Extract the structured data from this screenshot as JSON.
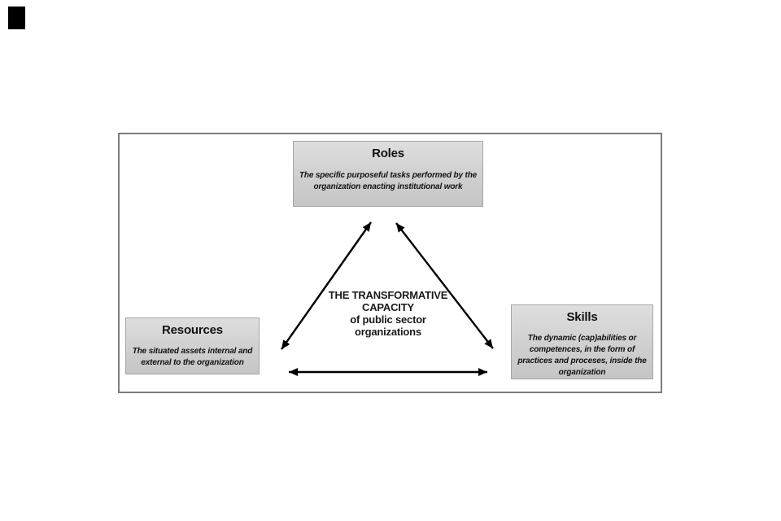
{
  "figure": {
    "corner_mark_color": "#000000",
    "frame_border_color": "#7d7d7d",
    "center_label": {
      "lines": [
        "THE TRANSFORMATIVE",
        "CAPACITY",
        "of public sector",
        "organizations"
      ]
    },
    "nodes": {
      "roles": {
        "title": "Roles",
        "body": [
          "The specific purposeful tasks performed by the",
          "organization enacting institutional work"
        ]
      },
      "resources": {
        "title": "Resources",
        "body": [
          "The situated assets internal and",
          "external to the organization"
        ]
      },
      "skills": {
        "title": "Skills",
        "body": [
          "The dynamic (cap)abilities or",
          "competences, in the form of",
          "practices and proceses, inside the",
          "organization"
        ]
      }
    },
    "connectors": [
      {
        "name": "resources-roles",
        "from": "Resources",
        "to": "Roles",
        "bidirectional": true
      },
      {
        "name": "roles-skills",
        "from": "Roles",
        "to": "Skills",
        "bidirectional": true
      },
      {
        "name": "resources-skills",
        "from": "Resources",
        "to": "Skills",
        "bidirectional": true
      }
    ],
    "colors": {
      "box_fill_top": "#dedede",
      "box_fill_bottom": "#c5c5c5",
      "box_border": "#a6a6a6",
      "arrow": "#000000",
      "text": "#111111"
    }
  }
}
